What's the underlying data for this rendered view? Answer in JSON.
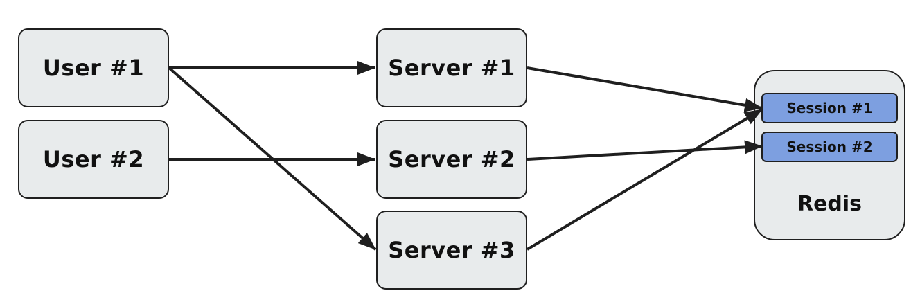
{
  "diagram": {
    "users": [
      {
        "label": "User #1"
      },
      {
        "label": "User #2"
      }
    ],
    "servers": [
      {
        "label": "Server #1"
      },
      {
        "label": "Server #2"
      },
      {
        "label": "Server #3"
      }
    ],
    "store": {
      "label": "Redis",
      "sessions": [
        {
          "label": "Session #1"
        },
        {
          "label": "Session #2"
        }
      ]
    },
    "edges": [
      {
        "from": "User #1",
        "to": "Server #1"
      },
      {
        "from": "User #1",
        "to": "Server #3"
      },
      {
        "from": "User #2",
        "to": "Server #2"
      },
      {
        "from": "Server #1",
        "to": "Session #1"
      },
      {
        "from": "Server #2",
        "to": "Session #2"
      },
      {
        "from": "Server #3",
        "to": "Session #1"
      }
    ],
    "colors": {
      "node_fill": "#e8ebec",
      "session_fill": "#7d9fe0",
      "stroke": "#1f1f1f"
    }
  }
}
